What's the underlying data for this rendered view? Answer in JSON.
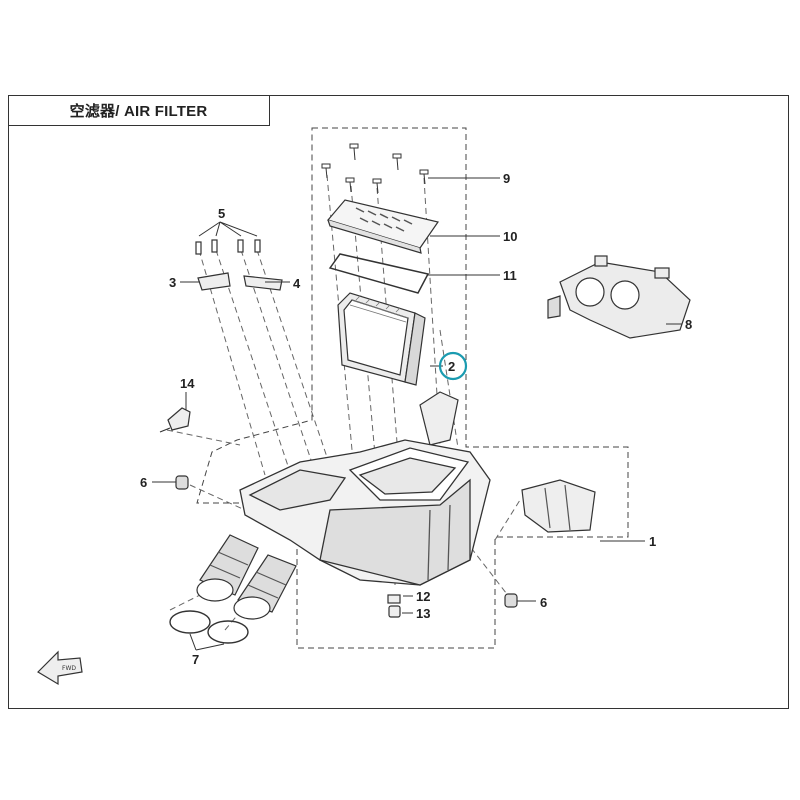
{
  "title": "空滤器/ AIR FILTER",
  "highlight_color": "#1a9bb0",
  "callouts": {
    "c1": "1",
    "c2": "2",
    "c3": "3",
    "c4": "4",
    "c5": "5",
    "c6a": "6",
    "c6b": "6",
    "c7": "7",
    "c8": "8",
    "c9": "9",
    "c10": "10",
    "c11": "11",
    "c12": "12",
    "c13": "13",
    "c14": "14"
  },
  "front_arrow_label": "FWD"
}
